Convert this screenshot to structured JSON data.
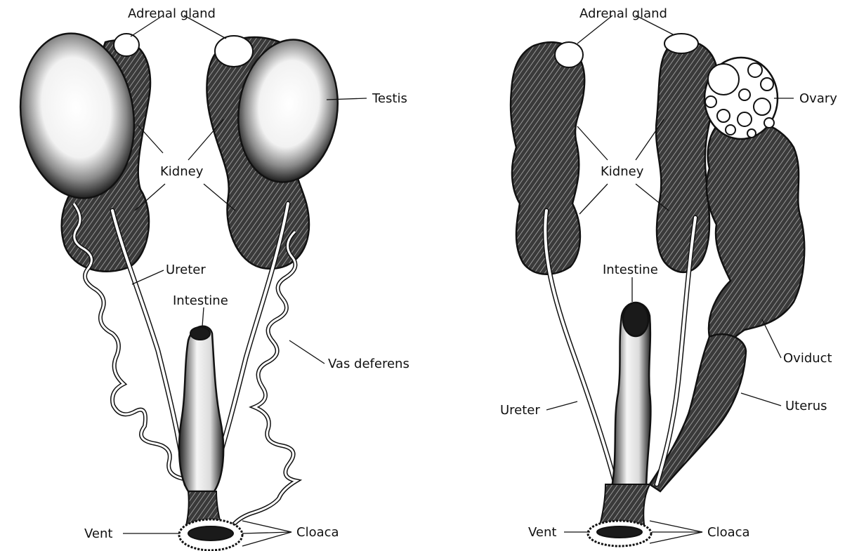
{
  "male": {
    "labels": {
      "adrenal_gland": "Adrenal gland",
      "testis": "Testis",
      "kidney": "Kidney",
      "ureter": "Ureter",
      "intestine": "Intestine",
      "vas_deferens": "Vas deferens",
      "vent": "Vent",
      "cloaca": "Cloaca"
    }
  },
  "female": {
    "labels": {
      "adrenal_gland": "Adrenal gland",
      "ovary": "Ovary",
      "kidney": "Kidney",
      "intestine": "Intestine",
      "oviduct": "Oviduct",
      "ureter": "Ureter",
      "uterus": "Uterus",
      "vent": "Vent",
      "cloaca": "Cloaca"
    }
  },
  "colors": {
    "ink": "#111111",
    "paper": "#ffffff",
    "shade": "#2a2a2a"
  }
}
